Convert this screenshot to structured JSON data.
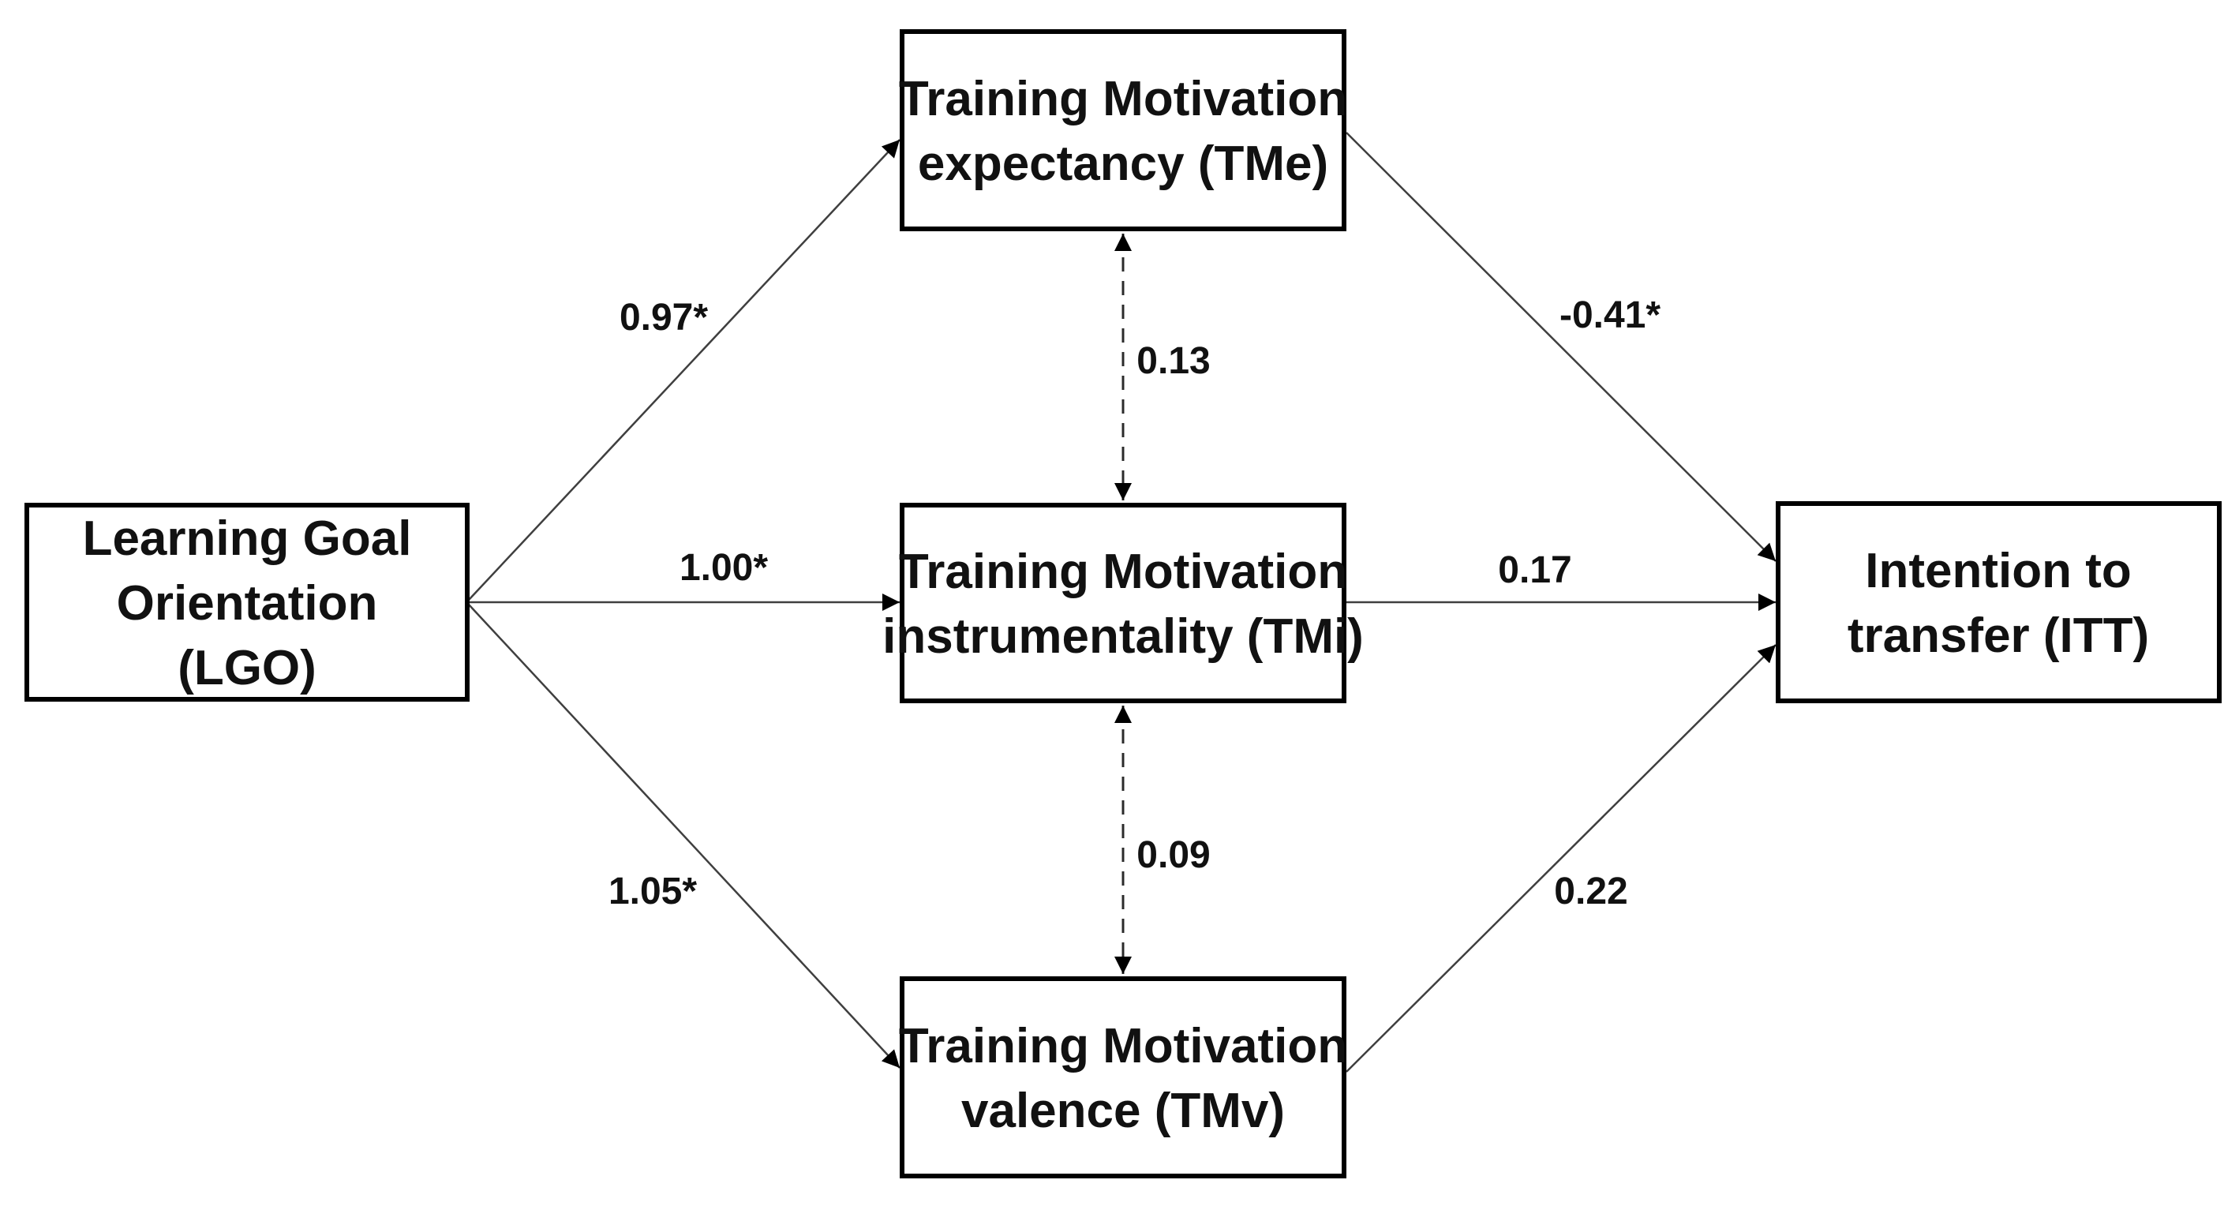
{
  "diagram": {
    "type": "path-model",
    "background": "#ffffff",
    "colors": {
      "box_border": "#000000",
      "box_fill": "#ffffff",
      "connector": "#3f3f3f",
      "text": "#111111"
    },
    "nodes": {
      "lgo": {
        "abbr": "LGO",
        "text": "Learning Goal Orientation (LGO)",
        "lines": [
          "Learning Goal",
          "Orientation",
          "(LGO)"
        ]
      },
      "tme": {
        "abbr": "TMe",
        "text": "Training Motivation expectancy (TMe)",
        "lines": [
          "Training Motivation",
          "expectancy (TMe)"
        ]
      },
      "tmi": {
        "abbr": "TMi",
        "text": "Training Motivation instrumentality (TMi)",
        "lines": [
          "Training Motivation",
          "instrumentality (TMi)"
        ]
      },
      "tmv": {
        "abbr": "TMv",
        "text": "Training Motivation valence (TMv)",
        "lines": [
          "Training Motivation",
          "valence (TMv)"
        ]
      },
      "itt": {
        "abbr": "ITT",
        "text": "Intention to transfer (ITT)",
        "lines": [
          "Intention to",
          "transfer (ITT)"
        ]
      }
    },
    "edges": [
      {
        "from": "LGO",
        "to": "TMe",
        "label": "0.97*",
        "style": "solid-arrow"
      },
      {
        "from": "LGO",
        "to": "TMi",
        "label": "1.00*",
        "style": "solid-arrow"
      },
      {
        "from": "LGO",
        "to": "TMv",
        "label": "1.05*",
        "style": "solid-arrow"
      },
      {
        "from": "TMe",
        "to": "ITT",
        "label": "-0.41*",
        "style": "solid-arrow"
      },
      {
        "from": "TMi",
        "to": "ITT",
        "label": "0.17",
        "style": "solid-arrow"
      },
      {
        "from": "TMv",
        "to": "ITT",
        "label": "0.22",
        "style": "solid-arrow"
      },
      {
        "from": "TMe",
        "to": "TMi",
        "label": "0.13",
        "style": "dashed-double-arrow"
      },
      {
        "from": "TMi",
        "to": "TMv",
        "label": "0.09",
        "style": "dashed-double-arrow"
      }
    ]
  }
}
